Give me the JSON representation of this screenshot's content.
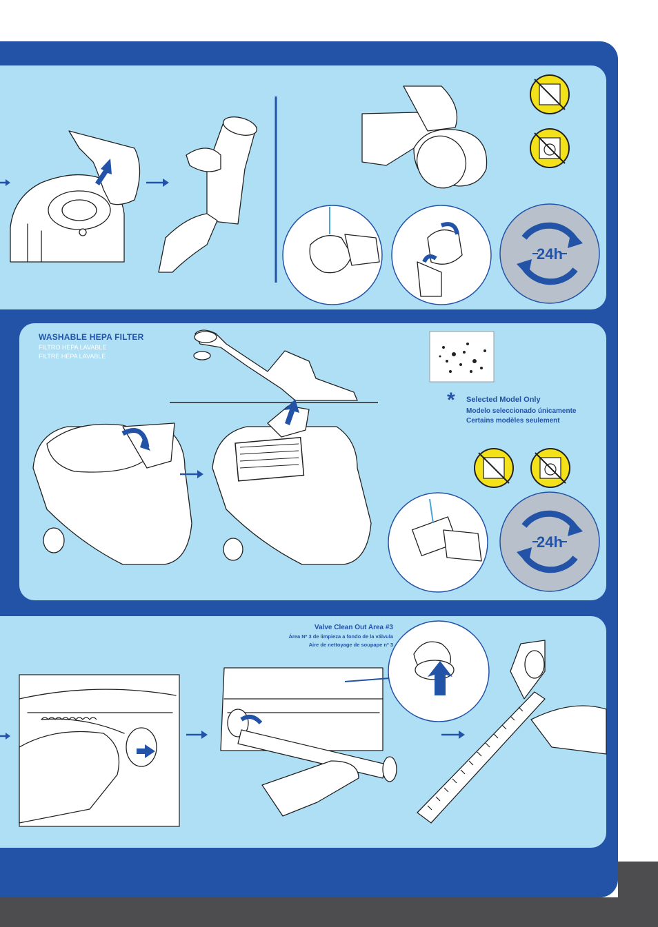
{
  "hepa": {
    "title": "WASHABLE HEPA FILTER",
    "title_es": "FILTRO HEPA LAVABLE",
    "title_fr": "FILTRE HEPA LAVABLE"
  },
  "selected_model": {
    "asterisk": "*",
    "en": "Selected Model Only",
    "es": "Modelo seleccionado únicamente",
    "fr": "Certains modèles seulement"
  },
  "valve": {
    "en": "Valve Clean Out Area #3",
    "es": "Área Nº 3 de limpieza a fondo de la válvula",
    "fr": "Aire de nettoyage de soupape nº 3"
  },
  "dry_badge": {
    "label": "24h"
  },
  "colors": {
    "brand_blue": "#2353a6",
    "panel_light_blue": "#aedff5",
    "dark_grey": "#4d4d4f",
    "warning_yellow": "#f3e21a"
  },
  "icons": [
    "no-dishwasher-icon",
    "no-washing-machine-icon",
    "dry-24h-icon",
    "step-arrow-icon"
  ]
}
